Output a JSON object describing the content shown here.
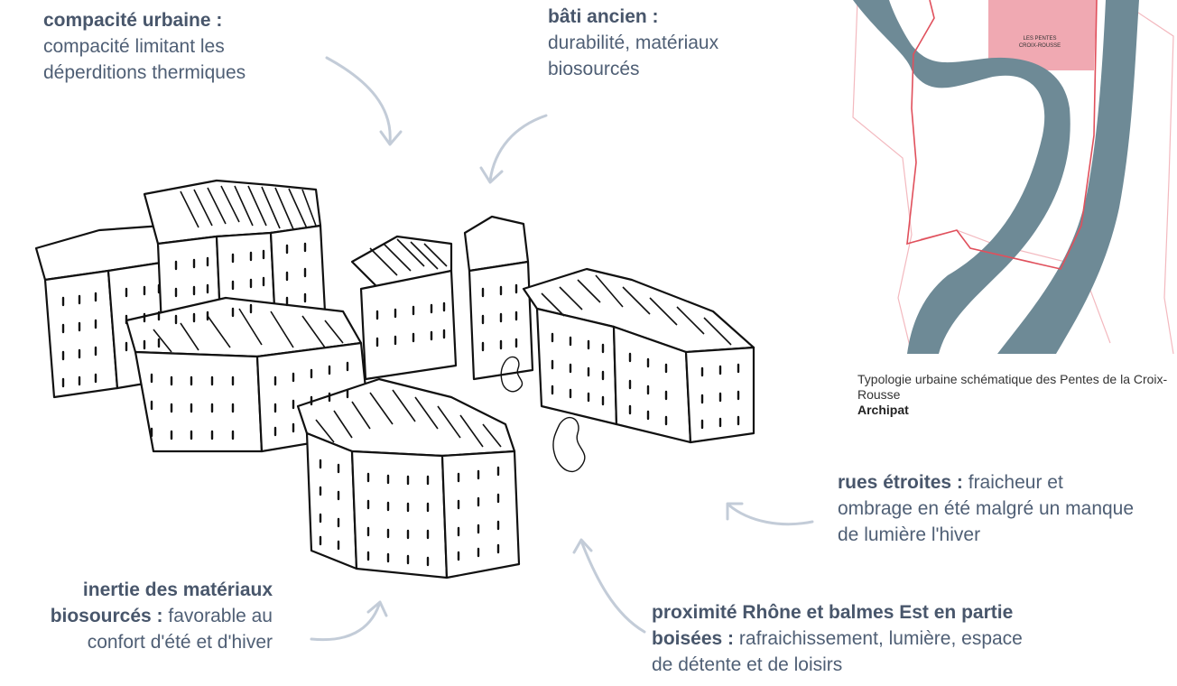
{
  "annotations": {
    "compacite": {
      "heading": "compacité urbaine :",
      "text": "compacité limitant les déperditions thermiques"
    },
    "bati": {
      "heading": "bâti ancien :",
      "text": "durabilité, matériaux biosourcés"
    },
    "rues": {
      "heading": "rues étroites :",
      "text": "fraicheur et ombrage en été malgré un manque de lumière l'hiver"
    },
    "inertie": {
      "heading_line1": "inertie des matériaux",
      "heading_line2": "biosourcés :",
      "text": "favorable au confort d'été et d'hiver"
    },
    "proximite": {
      "heading": "proximité Rhône et balmes Est en partie boisées :",
      "text": "rafraichissement, lumière, espace de détente et de loisirs"
    }
  },
  "map": {
    "label_line1": "LES PENTES",
    "label_line2": "CROIX-ROUSSE",
    "caption": "Typologie urbaine schématique des Pentes de la Croix-Rousse",
    "credit": "Archipat"
  },
  "colors": {
    "text": "#4f5f75",
    "arrow": "#c3ccd8",
    "river": "#6e8a96",
    "highlight": "#f0a9b2",
    "boundary": "#e0505c"
  }
}
